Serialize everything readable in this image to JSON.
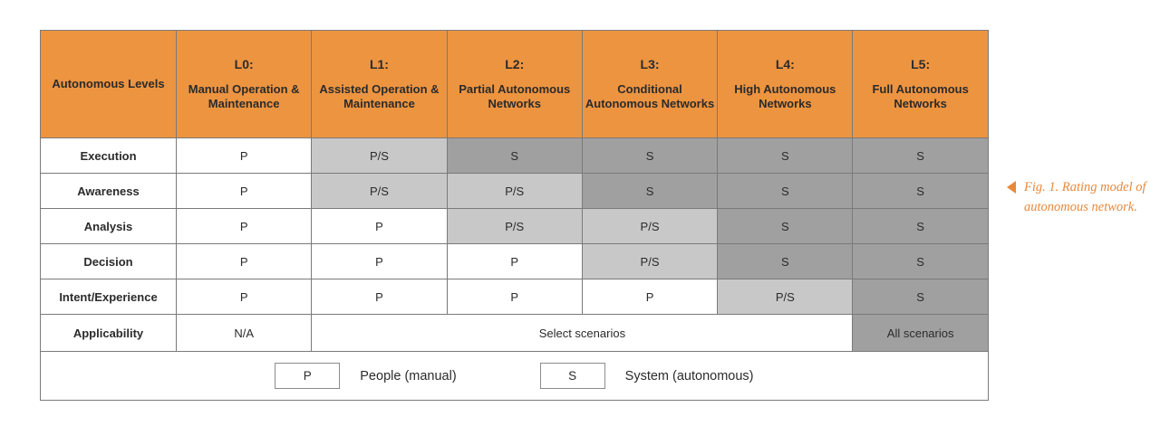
{
  "colors": {
    "header_orange": "#ED9440",
    "cell_light_gray": "#C8C8C8",
    "cell_dark_gray": "#A0A0A0",
    "caption_orange": "#E8883A",
    "border_gray": "#7A7A7A",
    "text_dark": "#2B2B2B"
  },
  "table": {
    "corner_label": "Autonomous Levels",
    "columns": [
      {
        "code": "L0:",
        "name": "Manual Operation & Maintenance"
      },
      {
        "code": "L1:",
        "name": "Assisted Operation & Maintenance"
      },
      {
        "code": "L2:",
        "name": "Partial Autonomous Networks"
      },
      {
        "code": "L3:",
        "name": "Conditional Autonomous Networks"
      },
      {
        "code": "L4:",
        "name": "High Autonomous Networks"
      },
      {
        "code": "L5:",
        "name": "Full Autonomous Networks"
      }
    ],
    "rows": [
      {
        "label": "Execution",
        "cells": [
          {
            "text": "P",
            "shade": "p"
          },
          {
            "text": "P/S",
            "shade": "ps"
          },
          {
            "text": "S",
            "shade": "s"
          },
          {
            "text": "S",
            "shade": "s"
          },
          {
            "text": "S",
            "shade": "s"
          },
          {
            "text": "S",
            "shade": "s"
          }
        ]
      },
      {
        "label": "Awareness",
        "cells": [
          {
            "text": "P",
            "shade": "p"
          },
          {
            "text": "P/S",
            "shade": "ps"
          },
          {
            "text": "P/S",
            "shade": "ps"
          },
          {
            "text": "S",
            "shade": "s"
          },
          {
            "text": "S",
            "shade": "s"
          },
          {
            "text": "S",
            "shade": "s"
          }
        ]
      },
      {
        "label": "Analysis",
        "cells": [
          {
            "text": "P",
            "shade": "p"
          },
          {
            "text": "P",
            "shade": "p"
          },
          {
            "text": "P/S",
            "shade": "ps"
          },
          {
            "text": "P/S",
            "shade": "ps"
          },
          {
            "text": "S",
            "shade": "s"
          },
          {
            "text": "S",
            "shade": "s"
          }
        ]
      },
      {
        "label": "Decision",
        "cells": [
          {
            "text": "P",
            "shade": "p"
          },
          {
            "text": "P",
            "shade": "p"
          },
          {
            "text": "P",
            "shade": "p"
          },
          {
            "text": "P/S",
            "shade": "ps"
          },
          {
            "text": "S",
            "shade": "s"
          },
          {
            "text": "S",
            "shade": "s"
          }
        ]
      },
      {
        "label": "Intent/Experience",
        "cells": [
          {
            "text": "P",
            "shade": "p"
          },
          {
            "text": "P",
            "shade": "p"
          },
          {
            "text": "P",
            "shade": "p"
          },
          {
            "text": "P",
            "shade": "p"
          },
          {
            "text": "P/S",
            "shade": "ps"
          },
          {
            "text": "S",
            "shade": "s"
          }
        ]
      }
    ],
    "applicability": {
      "label": "Applicability",
      "l0_value": "N/A",
      "span_value": "Select scenarios",
      "span_columns": 4,
      "l5_value": "All scenarios"
    },
    "legend": [
      {
        "symbol": "P",
        "description": "People (manual)"
      },
      {
        "symbol": "S",
        "description": "System (autonomous)"
      }
    ]
  },
  "caption": {
    "marker_icon": "triangle-left-icon",
    "text": "Fig. 1. Rating model of autonomous network."
  }
}
